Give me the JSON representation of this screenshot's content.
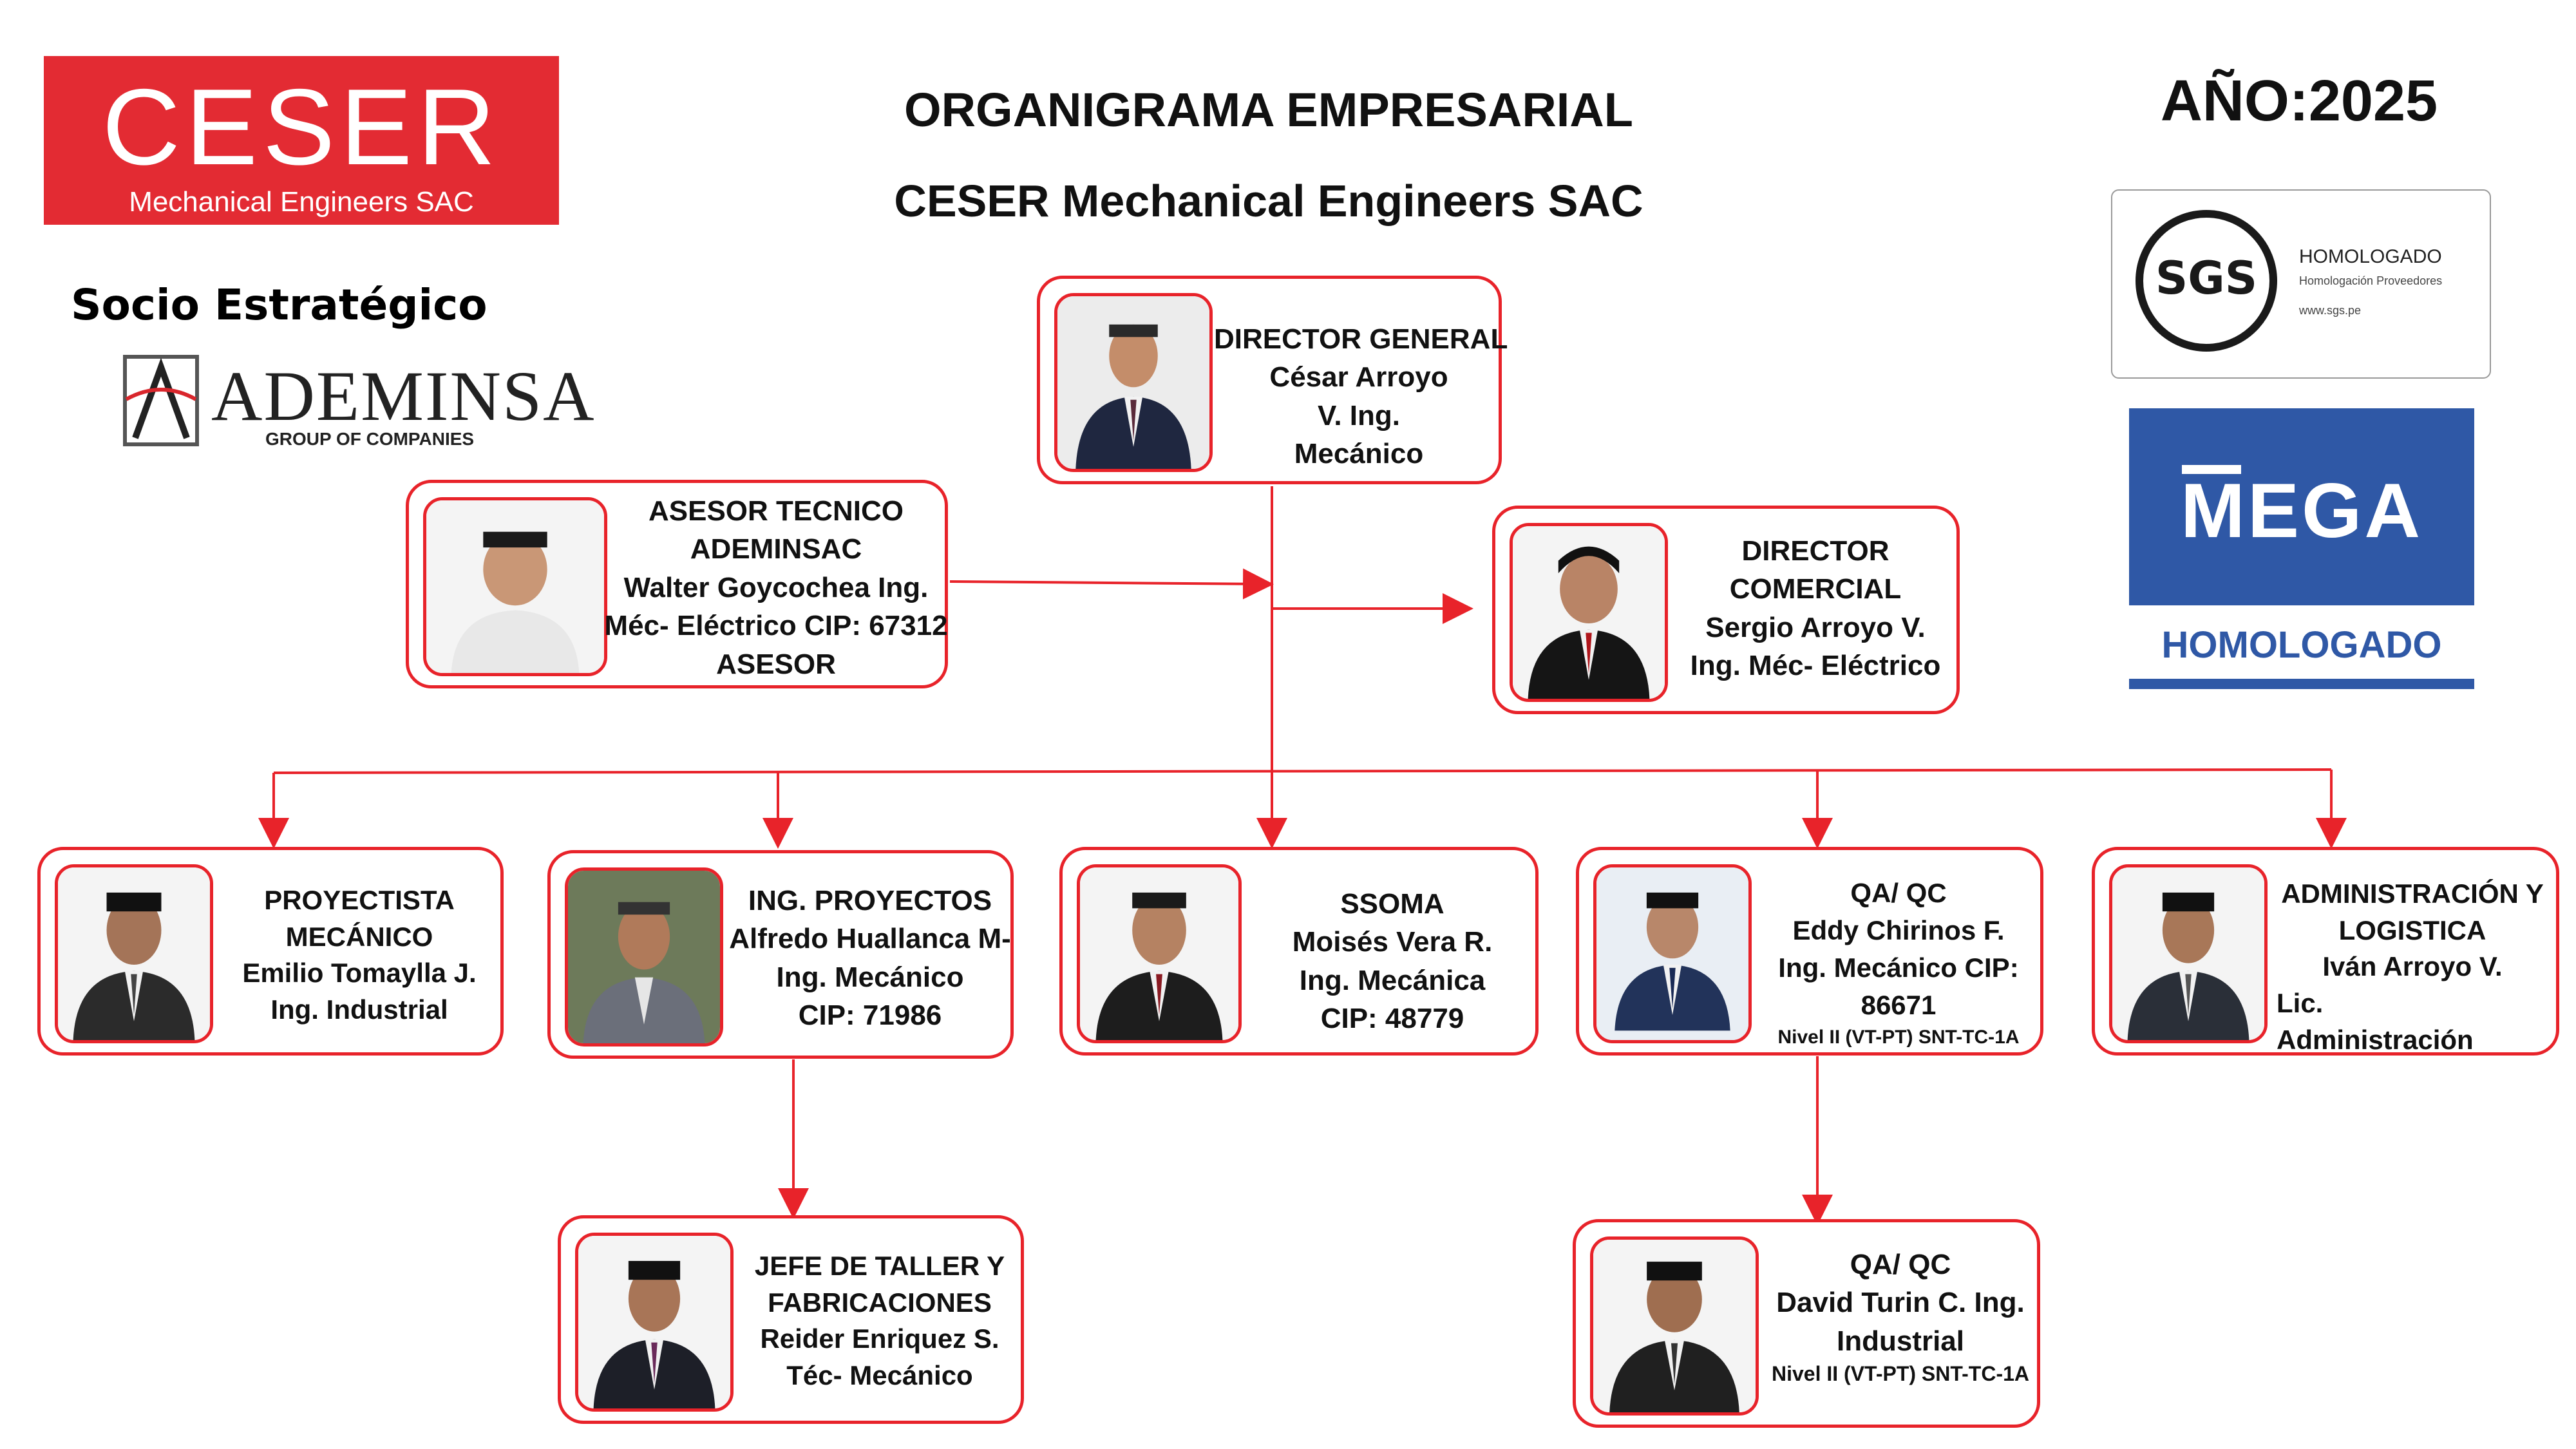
{
  "header": {
    "title": "ORGANIGRAMA EMPRESARIAL",
    "subtitle": "CESER Mechanical Engineers SAC",
    "year": "AÑO:2025"
  },
  "logos": {
    "ceser_big": "CESER",
    "ceser_small": "Mechanical Engineers SAC",
    "socio_label": "Socio Estratégico",
    "ademinsa_name": "ADEMINSA",
    "ademinsa_group": "GROUP OF COMPANIES",
    "sgs_mark": "SGS",
    "sgs_line1": "HOMOLOGADO",
    "sgs_line2": "Homologación Proveedores",
    "sgs_line3": "www.sgs.pe",
    "mega_word": "MEGA",
    "mega_hom": "HOMOLOGADO"
  },
  "colors": {
    "accent": "#e8232a",
    "ceser_red": "#e32b33",
    "mega_blue": "#2f58a6"
  },
  "nodes": {
    "director_general": [
      "DIRECTOR GENERAL",
      "César Arroyo",
      "V.  Ing.",
      "Mecánico"
    ],
    "asesor": [
      "ASESOR TECNICO",
      "ADEMINSAC",
      "Walter Goycochea Ing.",
      "Méc- Eléctrico CIP: 67312",
      "ASESOR"
    ],
    "director_comercial": [
      "DIRECTOR",
      "COMERCIAL",
      "Sergio Arroyo V.",
      "Ing. Méc- Eléctrico"
    ],
    "proyectista": [
      "PROYECTISTA",
      "MECÁNICO",
      "Emilio Tomaylla J.",
      "Ing. Industrial"
    ],
    "ing_proyectos": [
      "ING. PROYECTOS",
      "Alfredo Huallanca M-",
      "Ing. Mecánico",
      "CIP: 71986"
    ],
    "ssoma": [
      "SSOMA",
      "Moisés Vera R.",
      "Ing. Mecánica",
      "CIP: 48779"
    ],
    "qa_qc_1": [
      "QA/ QC",
      "Eddy Chirinos F.",
      "Ing. Mecánico  CIP:",
      "86671",
      "Nivel II (VT-PT) SNT-TC-1A"
    ],
    "administracion": [
      "ADMINISTRACIÓN Y",
      "LOGISTICA",
      "Iván Arroyo V.",
      "Lic.",
      "Administración"
    ],
    "jefe_taller": [
      "JEFE DE TALLER Y",
      "FABRICACIONES",
      "Reider Enriquez S.",
      "Téc- Mecánico"
    ],
    "qa_qc_2": [
      "QA/ QC",
      "David Turin C.  Ing.",
      "Industrial",
      "Nivel II (VT-PT) SNT-TC-1A"
    ]
  }
}
